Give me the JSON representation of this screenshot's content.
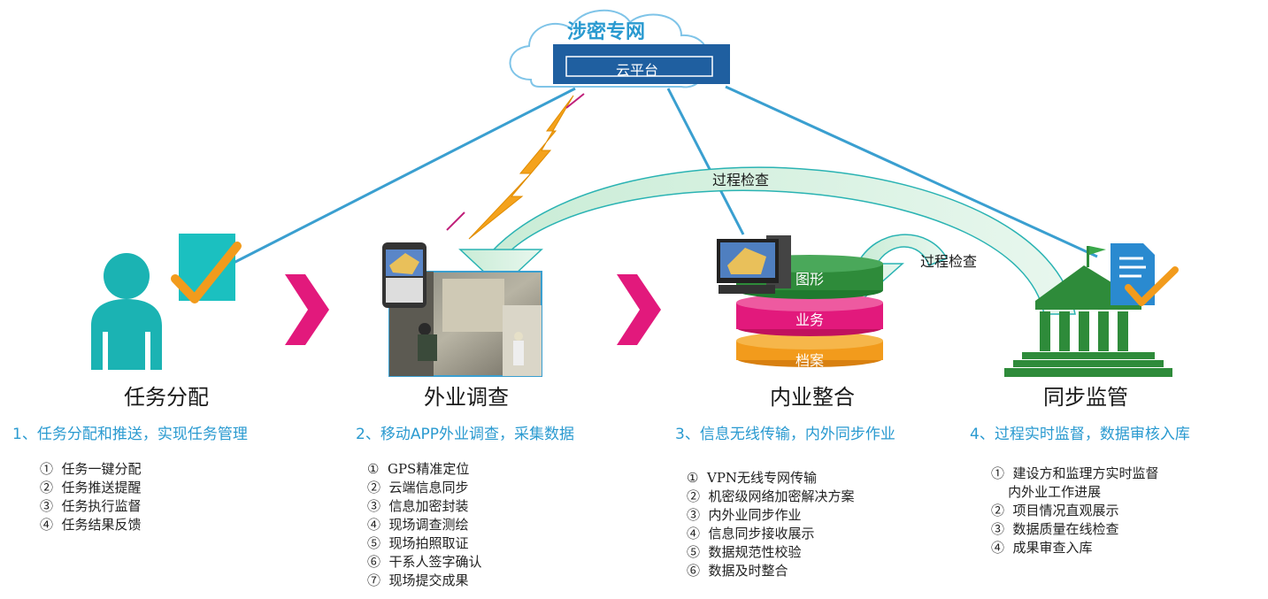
{
  "cloud": {
    "title": "涉密专网",
    "platform": "云平台"
  },
  "checks": [
    "过程检查",
    "过程检查"
  ],
  "layers": [
    "图形",
    "业务",
    "档案"
  ],
  "stages": [
    {
      "title": "任务分配",
      "subtitle": "1、任务分配和推送，实现任务管理",
      "items": [
        "①  任务一键分配",
        "②  任务推送提醒",
        "③  任务执行监督",
        "④  任务结果反馈"
      ]
    },
    {
      "title": "外业调查",
      "subtitle": "2、移动APP外业调查，采集数据",
      "items": [
        "①  GPS精准定位",
        "②  云端信息同步",
        "③  信息加密封装",
        "④  现场调查测绘",
        "⑤  现场拍照取证",
        "⑥  干系人签字确认",
        "⑦  现场提交成果"
      ]
    },
    {
      "title": "内业整合",
      "subtitle": "3、信息无线传输，内外同步作业",
      "items": [
        "①  VPN无线专网传输",
        "②  机密级网络加密解决方案",
        "③  内外业同步作业",
        "④  信息同步接收展示",
        "⑤  数据规范性校验",
        "⑥  数据及时整合"
      ]
    },
    {
      "title": "同步监管",
      "subtitle": "4、过程实时监督，数据审核入库",
      "items": [
        "①  建设方和监理方实时监督",
        "    内外业工作进展",
        "②  项目情况直观展示",
        "③  数据质量在线检查",
        "④  成果审查入库"
      ]
    }
  ],
  "colors": {
    "accent": "#2a9ad0",
    "teal": "#1bb3b3",
    "magenta": "#e2197c",
    "green": "#2e8b3a",
    "orange": "#f0a020"
  }
}
